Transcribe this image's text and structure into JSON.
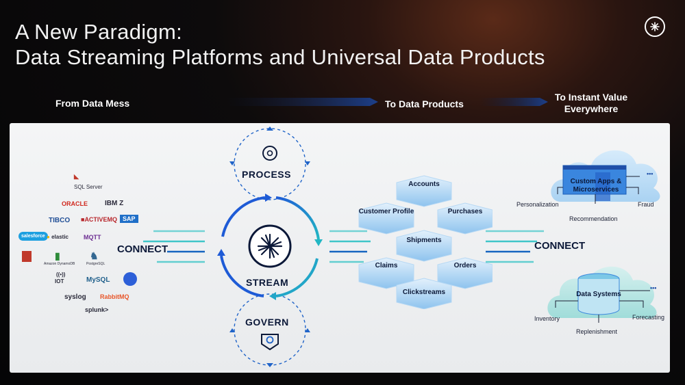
{
  "slide": {
    "title_line1": "A New Paradigm:",
    "title_line2": "Data Streaming Platforms and Universal Data Products"
  },
  "phases": {
    "from": "From Data Mess",
    "to_products": "To Data Products",
    "to_value_line1": "To Instant Value",
    "to_value_line2": "Everywhere"
  },
  "sources": {
    "sql_server": "SQL Server",
    "oracle": "ORACLE",
    "ibm_z": "IBM Z",
    "tibco": "TIBCO",
    "activemq": "ACTIVEMQ",
    "sap": "SAP",
    "salesforce": "salesforce",
    "elastic": "elastic",
    "mqtt": "MQTT",
    "dynamodb": "Amazon DynamoDB",
    "postgres": "PostgreSQL",
    "iot": "IOT",
    "mysql": "MySQL",
    "syslog": "syslog",
    "rabbitmq": "RabbitMQ",
    "splunk": "splunk>"
  },
  "flow": {
    "connect_left": "CONNECT",
    "process": "PROCESS",
    "stream": "STREAM",
    "govern": "GOVERN",
    "connect_right": "CONNECT"
  },
  "products": [
    "Accounts",
    "Customer Profile",
    "Purchases",
    "Shipments",
    "Claims",
    "Orders",
    "Clickstreams"
  ],
  "destinations": {
    "apps_box": "Custom Apps & Microservices",
    "personalization": "Personalization",
    "recommendation": "Recommendation",
    "fraud": "Fraud",
    "data_box": "Data Systems",
    "inventory": "Inventory",
    "replenishment": "Replenishment",
    "forecasting": "Forecasting",
    "more": "•••"
  },
  "colors": {
    "accent_blue": "#1565c0",
    "dark_navy": "#0b1838",
    "cyan": "#3fc6c9",
    "hex_light": "#cfe8fb",
    "hex_dark": "#8ec3ee"
  }
}
